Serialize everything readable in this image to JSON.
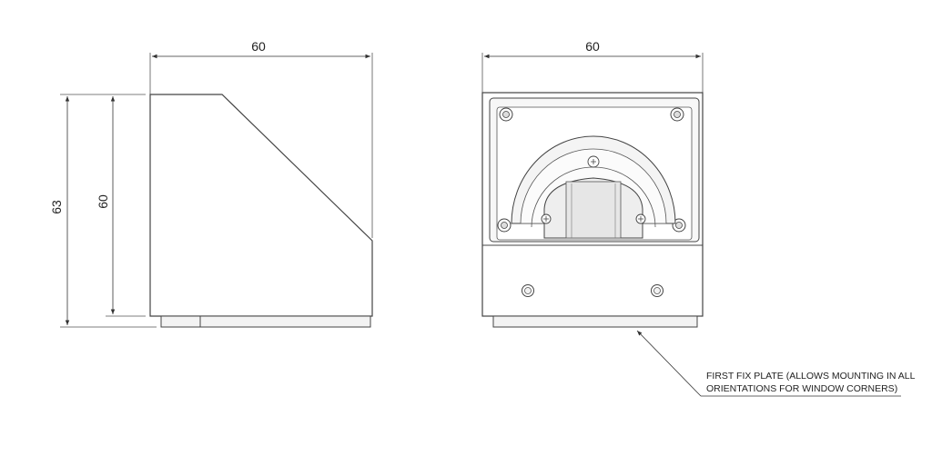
{
  "side_view": {
    "width_label": "60",
    "total_height_label": "63",
    "body_height_label": "60"
  },
  "front_view": {
    "width_label": "60"
  },
  "callout": {
    "line1": "FIRST FIX PLATE (ALLOWS MOUNTING IN ALL",
    "line2": "ORIENTATIONS FOR WINDOW CORNERS)"
  },
  "colors": {
    "line": "#444444",
    "dim": "#333333",
    "body_fill": "#ffffff",
    "shade": "#efefef"
  }
}
